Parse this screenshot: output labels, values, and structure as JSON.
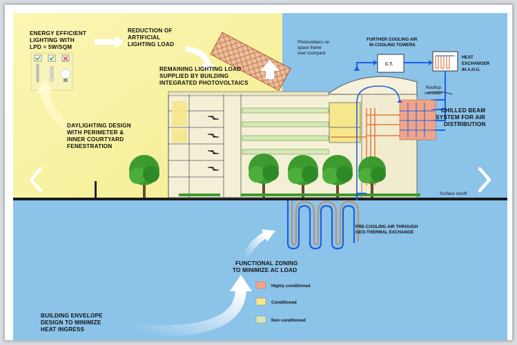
{
  "labels": {
    "energy_efficient": [
      "ENERGY EFFICIENT",
      "LIGHTING WITH",
      "LPD = 5W/SQM"
    ],
    "reduction": [
      "REDUCTION OF",
      "ARTIFICIAL",
      "LIGHTING LOAD"
    ],
    "photovoltaics": [
      "Photovoltaics on",
      "space frame",
      "over courtyard"
    ],
    "remaining_load": [
      "REMAINING LIGHTING LOAD",
      "SUPPLIED BY BUILDING",
      "INTEGRATED PHOTOVOLTAICS"
    ],
    "further_cooling": [
      "FURTHER COOLING AIR",
      "IN COOLING TOWERS"
    ],
    "ct": "C.T.",
    "heat_exchanger": [
      "HEAT",
      "EXCHANGER",
      "IN A.H.U."
    ],
    "rooftop_rainwater": [
      "Rooftop",
      "rainwater"
    ],
    "chilled_beam": [
      "CHILLED BEAM",
      "SYSTEM FOR AIR",
      "DISTRIBUTION"
    ],
    "daylighting": [
      "DAYLIGHTING DESIGN",
      "WITH PERIMETER &",
      "INNER COURTYARD",
      "FENESTRATION"
    ],
    "surface_runoff": "Surface runoff",
    "pre_cooling": [
      "PRE-COOLING AIR THROUGH",
      "GEO-THERMAL EXCHANGE"
    ],
    "functional_zoning": [
      "FUNCTIONAL ZONING",
      "TO MINIMIZE AC LOAD"
    ],
    "building_envelope": [
      "BUILDING ENVELOPE",
      "DESIGN TO MINIMIZE",
      "HEAT INGRESS"
    ]
  },
  "legend": [
    {
      "label": "Highly conditioned",
      "color": "#f0a48a"
    },
    {
      "label": "Conditioned",
      "color": "#f6e68c"
    },
    {
      "label": "Non conditioned",
      "color": "#d6e7b8"
    }
  ],
  "colors": {
    "sky": "#8cc3e9",
    "sunlight": "#f8f3a4",
    "ground": "#8cc3e9",
    "cool_air": "#1d5fe0",
    "warm_air": "#e07a3c",
    "accent_arrow": "#ffffff"
  },
  "nav": {
    "prev_icon": "chevron-left-icon",
    "next_icon": "chevron-right-icon"
  }
}
